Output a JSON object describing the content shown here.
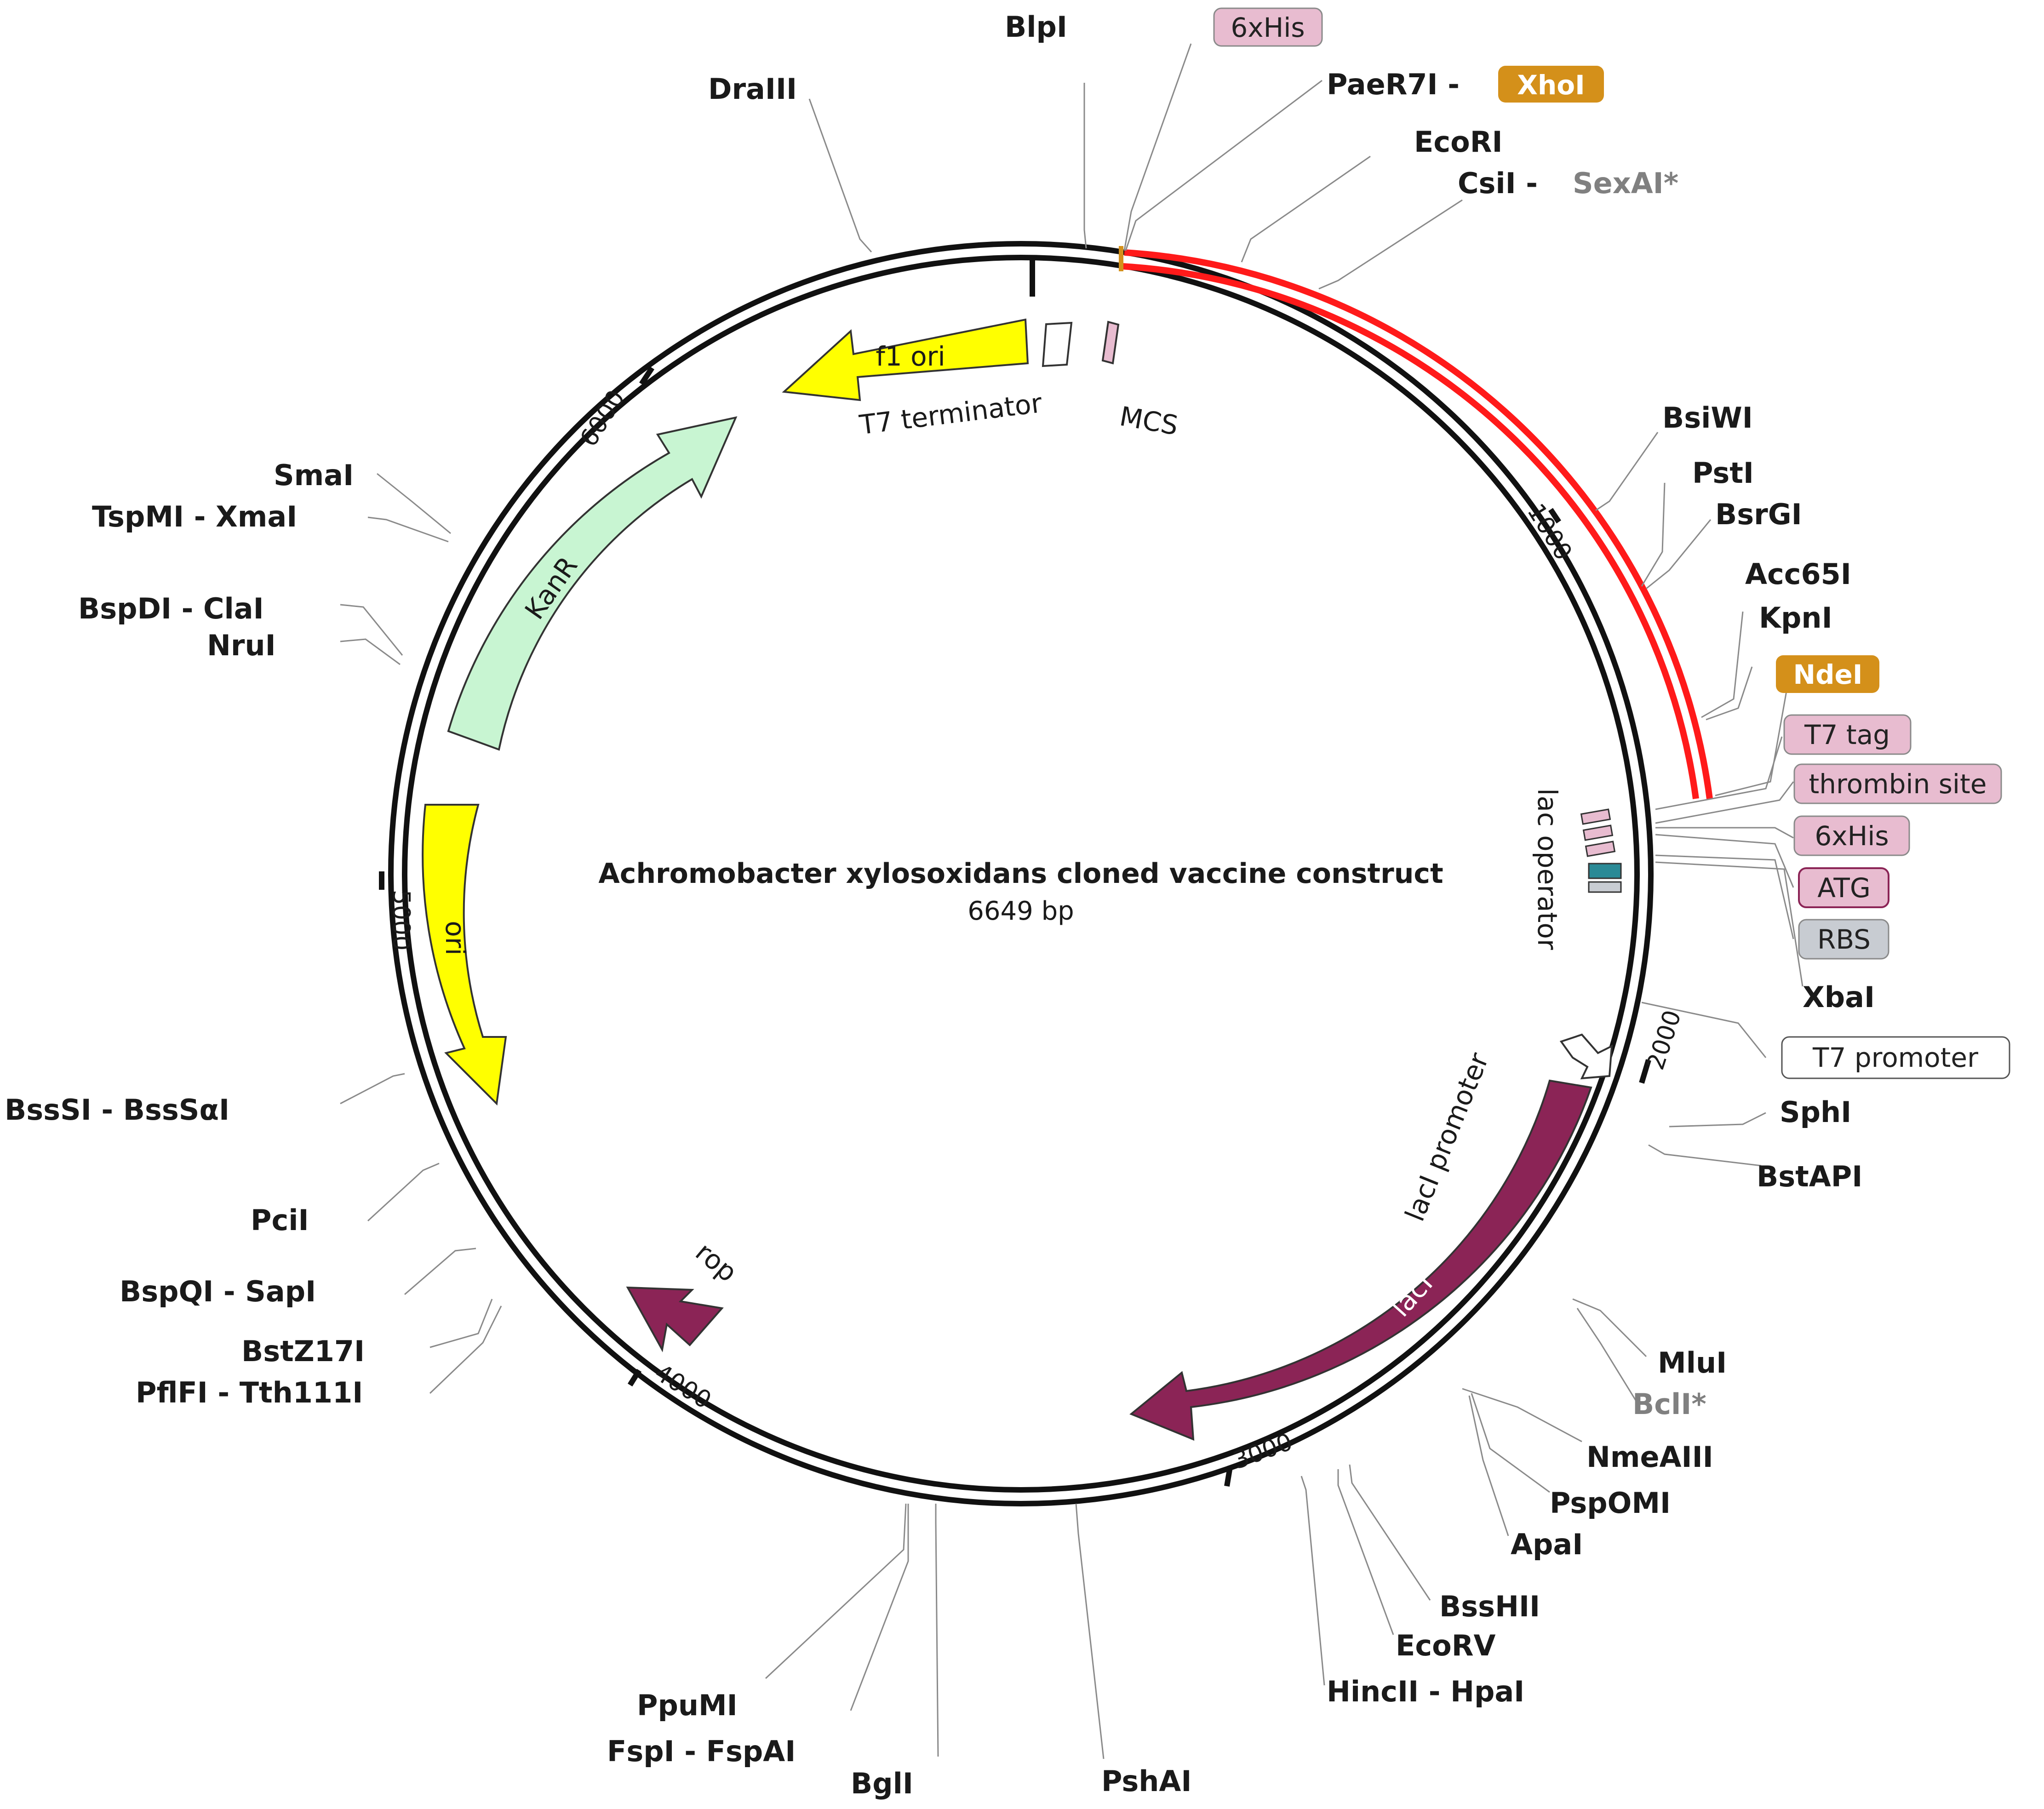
{
  "title": "Achromobacter xylosoxidans cloned vaccine construct",
  "subtitle": "6649 bp",
  "total_bp": 6649,
  "colors": {
    "backbone": "#111111",
    "insert": "#ff1a1a",
    "f1_ori": "#ffff00",
    "ori": "#ffff00",
    "kanr": "#c8f5d2",
    "laci": "#8b2456",
    "rop": "#8b2456",
    "tag_pink": "#e8bcd0",
    "enzyme_orange": "#d4901a",
    "rbs_gray": "#c8ccd2",
    "lac_operator_teal": "#2a8a96"
  },
  "ticks": [
    "1000",
    "2000",
    "3000",
    "4000",
    "5000",
    "6000"
  ],
  "features": {
    "f1_ori": "f1 ori",
    "t7_terminator": "T7 terminator",
    "mcs": "MCS",
    "kanr": "KanR",
    "ori": "ori",
    "lac_operator": "lac operator",
    "laci_promoter": "lacI promoter",
    "laci": "lacI",
    "rop": "rop"
  },
  "sites": {
    "blpi": "BlpI",
    "his_top": "6xHis",
    "paer7i": "PaeR7I - ",
    "xhoi": "XhoI",
    "ecori": "EcoRI",
    "csii": "CsiI - ",
    "sexai": "SexAI*",
    "draiii": "DraIII",
    "bsiwi": "BsiWI",
    "psti": "PstI",
    "bsrgi": "BsrGI",
    "acc65i": "Acc65I",
    "kpni": "KpnI",
    "ndei": "NdeI",
    "t7tag": "T7 tag",
    "thrombin": "thrombin site",
    "his_right": "6xHis",
    "atg": "ATG",
    "rbs": "RBS",
    "xbai": "XbaI",
    "t7promoter": "T7 promoter",
    "sphi": "SphI",
    "bstapi": "BstAPI",
    "mlui": "MluI",
    "bcli": "BclI*",
    "nmeaiii": "NmeAIII",
    "pspomi": "PspOMI",
    "apai": "ApaI",
    "bsshii": "BssHII",
    "ecorv": "EcoRV",
    "hincii": "HincII - HpaI",
    "pshai": "PshAI",
    "bgli": "BglI",
    "ppumi": "PpuMI",
    "fspi": "FspI - FspAI",
    "pflfi": "PflFI - Tth111I",
    "bstz17i": "BstZ17I",
    "bspqi": "BspQI - SapI",
    "pcii": "PciI",
    "bsssi": "BssSI - BssSαI",
    "nrui": "NruI",
    "bspdi": "BspDI - ClaI",
    "tspmi": "TspMI - XmaI",
    "smai": "SmaI"
  }
}
